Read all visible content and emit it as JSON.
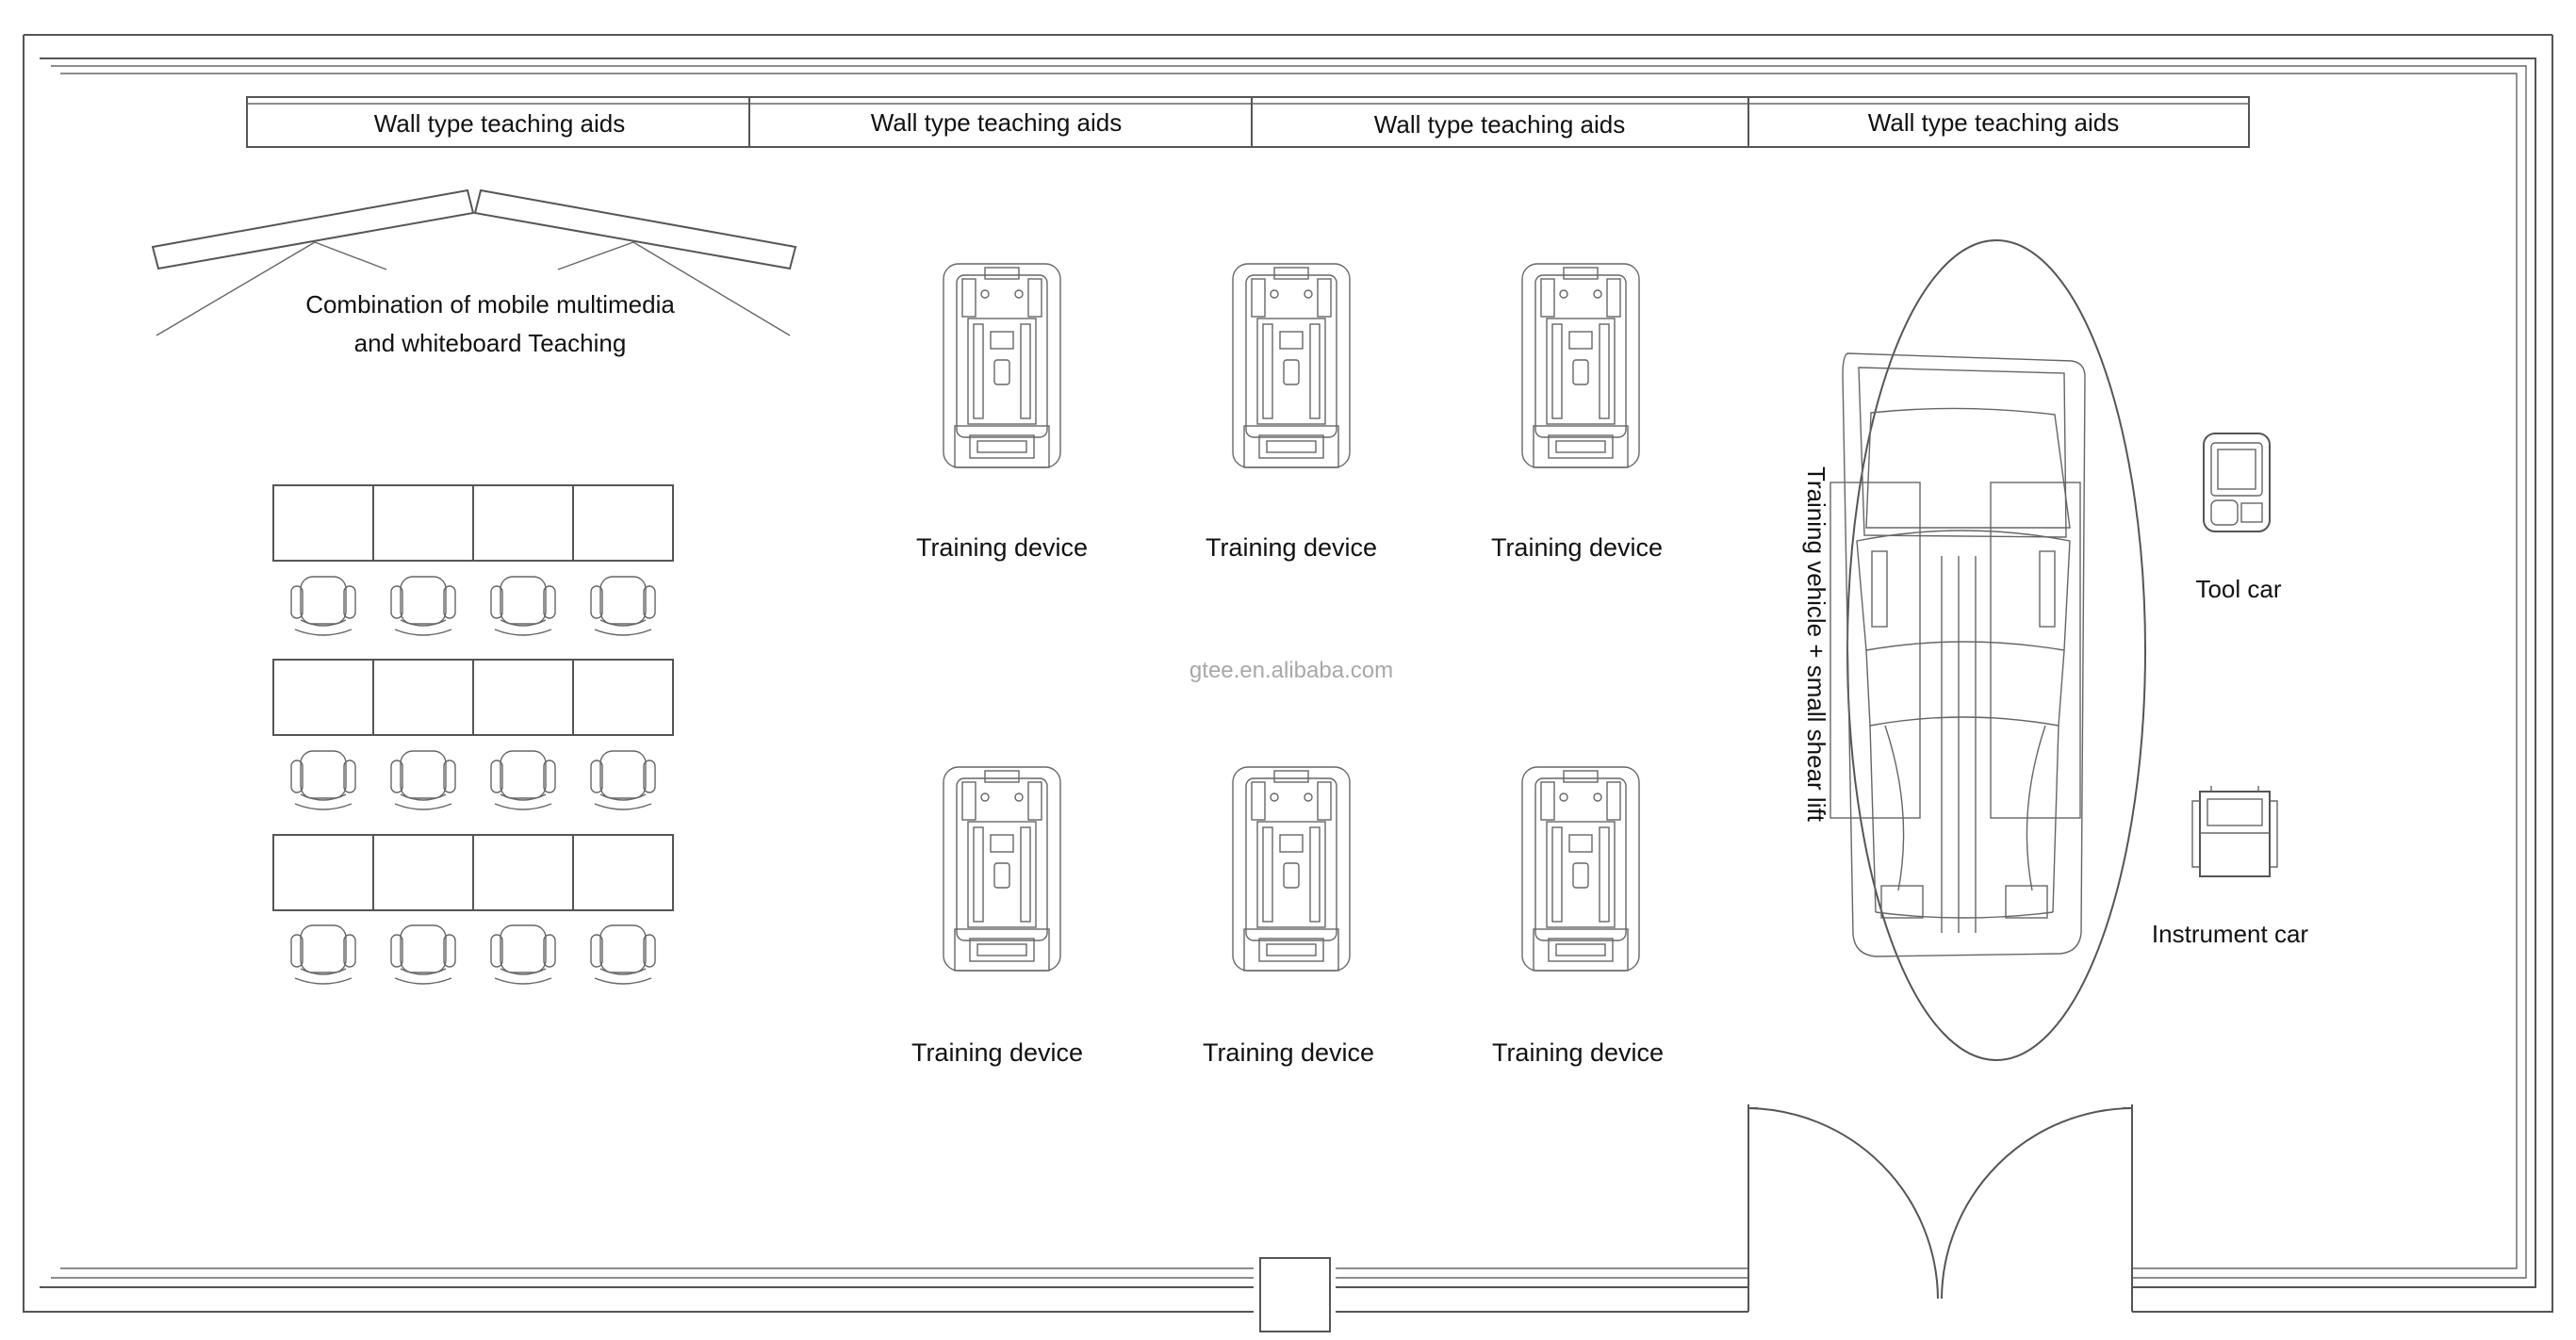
{
  "wall_aids": [
    "Wall type teaching aids",
    "Wall type teaching aids",
    "Wall type teaching aids",
    "Wall type teaching aids"
  ],
  "multimedia_label": [
    "Combination of mobile multimedia",
    "and whiteboard Teaching"
  ],
  "training_devices": [
    "Training device",
    "Training device",
    "Training device",
    "Training device",
    "Training device",
    "Training device"
  ],
  "vehicle_label": "Training vehicle + small shear lift",
  "tool_car": "Tool car",
  "instrument_car": "Instrument car",
  "watermark": "gtee.en.alibaba.com"
}
